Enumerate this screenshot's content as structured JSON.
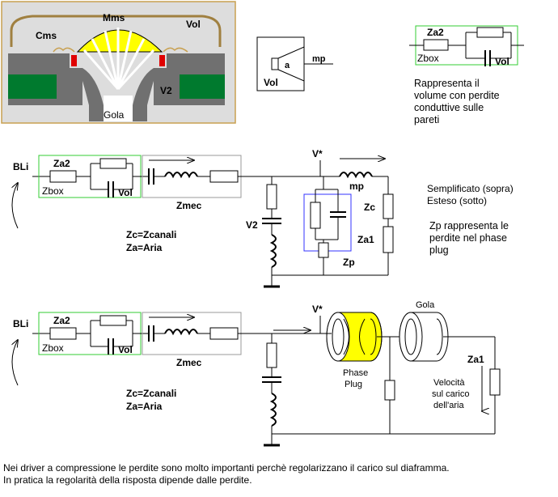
{
  "driver": {
    "mms": "Mms",
    "cms": "Cms",
    "vol": "Vol",
    "v2": "V2",
    "gola": "Gola"
  },
  "symbol": {
    "a": "a",
    "mp": "mp",
    "vol": "Vol"
  },
  "zbox_box": {
    "za2": "Za2",
    "zbox": "Zbox",
    "vol": "Vol",
    "description_lines": [
      "Rappresenta il",
      "volume con perdite",
      "conduttive sulle",
      "pareti"
    ]
  },
  "circuit1": {
    "bli": "BLi",
    "za2": "Za2",
    "zbox": "Zbox",
    "vol": "Vol",
    "zmec": "Zmec",
    "v_star": "V*",
    "mp": "mp",
    "zc": "Zc",
    "za1": "Za1",
    "v2": "V2",
    "zp": "Zp",
    "eq1": "Zc=Zcanali",
    "eq2": "Za=Aria"
  },
  "side_notes": {
    "semplificato": "Semplificato (sopra)",
    "esteso": "Esteso (sotto)",
    "zp_lines": [
      "Zp rappresenta le",
      "perdite nel phase",
      "plug"
    ]
  },
  "circuit2": {
    "bli": "BLi",
    "za2": "Za2",
    "zbox": "Zbox",
    "vol": "Vol",
    "zmec": "Zmec",
    "v_star": "V*",
    "phase_plug_lines": [
      "Phase",
      "Plug"
    ],
    "gola": "Gola",
    "za1": "Za1",
    "velocita_lines": [
      "Velocità",
      "sul carico",
      "dell'aria"
    ],
    "eq1": "Zc=Zcanali",
    "eq2": "Za=Aria"
  },
  "footer": {
    "line1": "Nei driver a compressione le perdite sono molto importanti perchè regolarizzano il carico sul diaframma.",
    "line2": "In pratica la regolarità della risposta dipende dalle perdite."
  },
  "colors": {
    "box_fill": "#dddddd",
    "box_border": "#c8a050",
    "magnet": "#007a2e",
    "dome": "#ffff00",
    "red": "#e00000",
    "green_frame": "#33cc33",
    "gray_frame": "#999999",
    "blue_frame": "#3333ff"
  }
}
